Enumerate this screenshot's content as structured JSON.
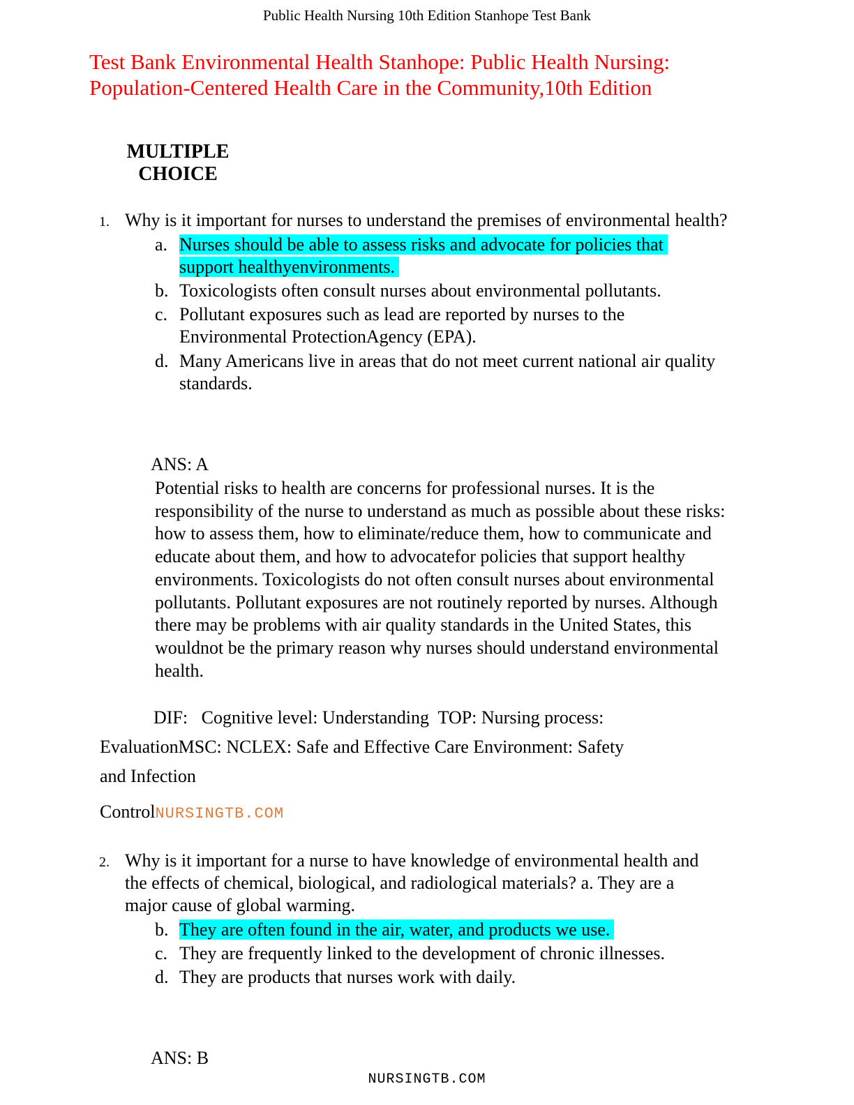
{
  "header": {
    "running_title": "Public Health Nursing 10th Edition Stanhope Test Bank"
  },
  "document": {
    "title_line1": "Test Bank Environmental Health Stanhope: Public Health Nursing:",
    "title_line2": "Population-Centered Health Care in the Community,10th Edition",
    "section_heading_line1": "MULTIPLE",
    "section_heading_line2": "CHOICE"
  },
  "questions": [
    {
      "number": "1.",
      "stem": "Why is it important for nurses to understand the premises of environmental health?",
      "options": [
        {
          "letter": "a.",
          "line1": "Nurses should be able to assess risks and advocate for policies that",
          "line2": "support healthyenvironments.",
          "highlighted": true
        },
        {
          "letter": "b.",
          "line1": "Toxicologists often consult nurses about environmental pollutants.",
          "line2": ""
        },
        {
          "letter": "c.",
          "line1": "Pollutant exposures such as lead are reported by nurses to the",
          "line2": "Environmental ProtectionAgency (EPA)."
        },
        {
          "letter": "d.",
          "line1": "Many Americans live in areas that do not meet current national air quality",
          "line2": "standards."
        }
      ],
      "answer": "ANS: A",
      "rationale_lines": [
        "Potential risks to health are concerns for professional nurses. It is the",
        "responsibility of the nurse to understand as much as possible about these risks:",
        "how to assess them, how to eliminate/reduce them, how to communicate and",
        "educate about them, and how to advocatefor policies that support healthy",
        "environments. Toxicologists do not often consult nurses about environmental",
        "pollutants. Pollutant exposures are not routinely reported by nurses. Although",
        "there may be problems with air quality standards in the United States, this",
        "wouldnot be the primary reason why nurses should understand environmental",
        "health."
      ],
      "meta_line1": "DIF:   Cognitive level: Understanding  TOP: Nursing process:",
      "meta_line2": "EvaluationMSC: NCLEX: Safe and Effective Care Environment: Safety",
      "meta_line3": "and Infection",
      "meta_line4": "Control",
      "watermark_inline": "NURSINGTB.COM"
    },
    {
      "number": "2.",
      "stem_lines": [
        "Why is it important for a nurse to have knowledge of environmental health and",
        "the effects of chemical, biological, and radiological materials? a. They are a",
        "major cause of global warming."
      ],
      "options": [
        {
          "letter": "b.",
          "line1": "They are often found in the air, water, and products we use.",
          "highlighted": true
        },
        {
          "letter": "c.",
          "line1": "They are frequently linked to the development of chronic illnesses."
        },
        {
          "letter": "d.",
          "line1": "They are products that nurses work with daily."
        }
      ],
      "answer": "ANS: B"
    }
  ],
  "footer": {
    "site": "NURSINGTB.COM"
  },
  "colors": {
    "title": "#ff0000",
    "highlight": "#00ffff",
    "watermark": "#e07b39"
  }
}
